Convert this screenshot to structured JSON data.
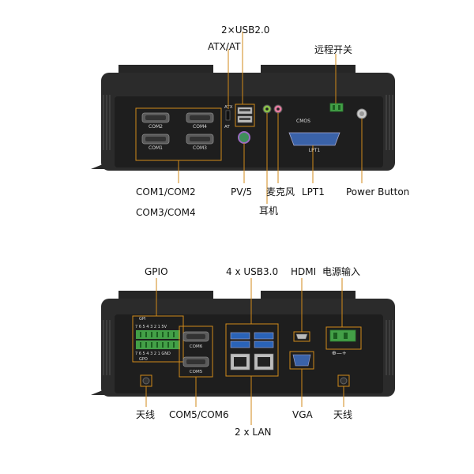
{
  "top_panel": {
    "labels": {
      "usb20": "2×USB2.0",
      "atx_at": "ATX/AT",
      "remote_switch": "远程开关",
      "com1_com2": "COM1/COM2",
      "com3_com4": "COM3/COM4",
      "pv5": "PV/5",
      "earphone": "耳机",
      "mic": "麦克风",
      "lpt1": "LPT1",
      "power_button": "Power Button"
    },
    "silk": {
      "com2": "COM2",
      "com4": "COM4",
      "com1": "COM1",
      "com3": "COM3",
      "atx": "ATX",
      "at": "AT",
      "cmos": "CMOS",
      "lpt1": "LPT1"
    }
  },
  "bottom_panel": {
    "labels": {
      "gpio": "GPIO",
      "usb30": "4 x USB3.0",
      "hdmi": "HDMI",
      "power_input": "电源输入",
      "antenna_left": "天线",
      "com5_com6": "COM5/COM6",
      "lan": "2 x LAN",
      "vga": "VGA",
      "antenna_right": "天线"
    },
    "silk": {
      "gpi": "GPI",
      "gpo": "GPO",
      "gpio_top_pins": "7 6 5 4 3 2 1 5V",
      "gpio_bottom_pins": "7 6 5 4 3 2 1 GND",
      "com6": "COM6",
      "com5": "COM5",
      "dc_symbol": "⊕—+"
    }
  },
  "colors": {
    "chassis": "#2b2b2b",
    "panel": "#1e1e1e",
    "callout": "#d08a1a",
    "usb3": "#2a63b8",
    "vga": "#3a62a8",
    "terminal": "#43a047"
  }
}
